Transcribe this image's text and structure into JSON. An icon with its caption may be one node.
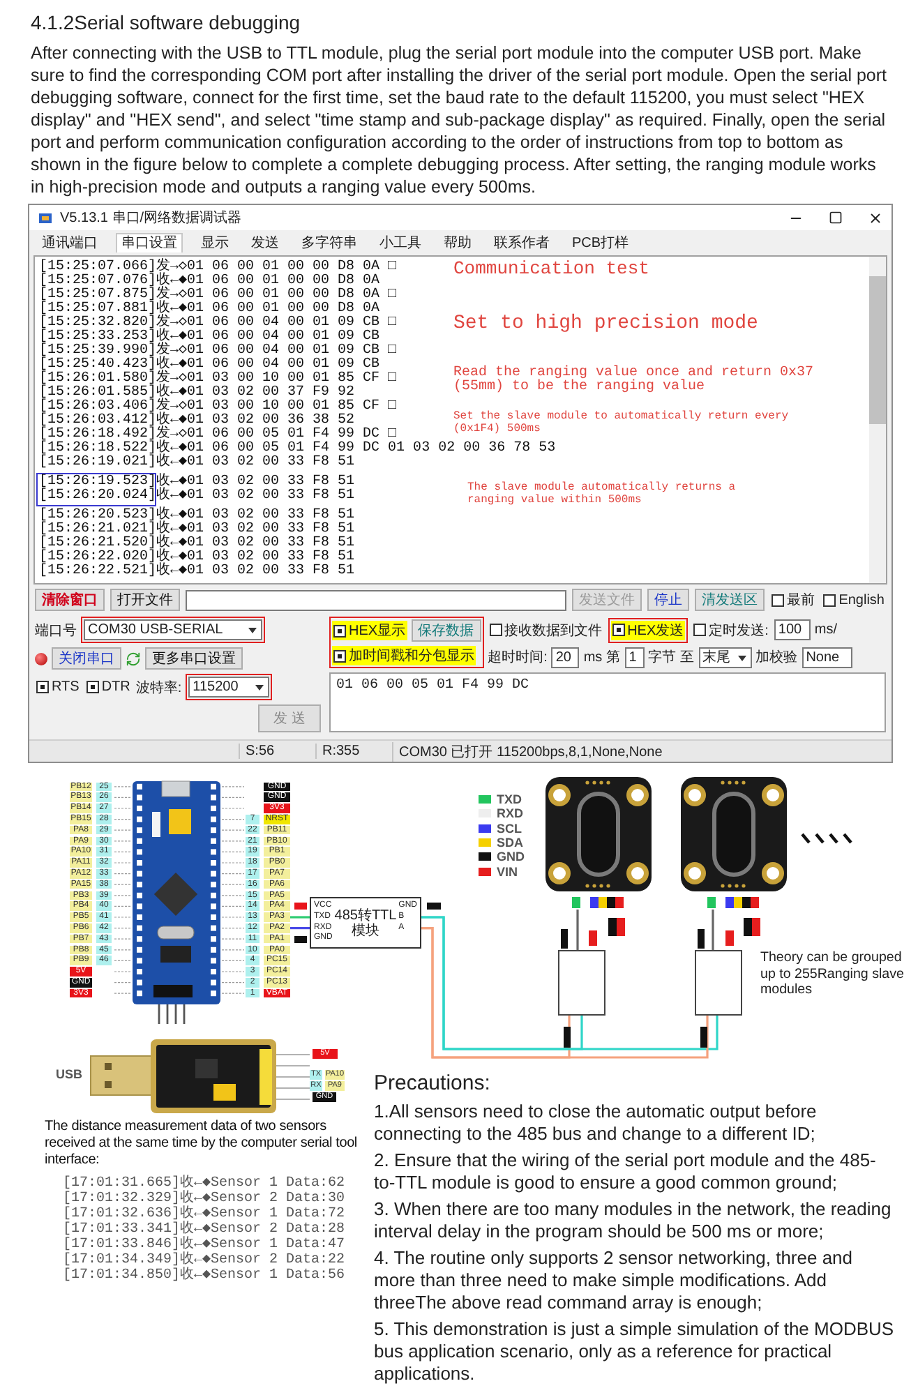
{
  "diagram": {
    "title": "4.1.2Serial software debugging",
    "nodes": [
      {
        "text": [
          "PB12",
          "25",
          "GND",
          "PB13",
          "26",
          "GND",
          "PB14",
          "27",
          "3V3",
          "PB15",
          "28",
          "7",
          "NRST",
          "PA8",
          "29",
          "22",
          "PB11",
          "PA9",
          "30",
          "21",
          "PB10",
          "PA10",
          "31",
          "19",
          "PB1",
          "PA11",
          "32",
          "18",
          "PB0",
          "PA12",
          "33",
          "17",
          "PA7",
          "PA15",
          "38",
          "16",
          "PA6",
          "PB3",
          "39",
          "15",
          "PA5",
          "PB4",
          "40",
          "14",
          "PA4",
          "PB5",
          "41",
          "13",
          "PA3",
          "PB6",
          "42",
          "12",
          "PA2",
          "PB7",
          "43",
          "11",
          "PA1",
          "PB8",
          "45",
          "10",
          "PA0",
          "PB9",
          "46",
          "4",
          "PC15",
          "5V",
          "3",
          "PC14",
          "GND",
          "2",
          "PC13",
          "3V3",
          "1",
          "VBAT"
        ]
      },
      {
        "text": [
          "VCC",
          "TXD",
          "RXD",
          "GND",
          "485转TTL 模块",
          "GND",
          "B",
          "A"
        ]
      },
      {
        "text": [],
        "shape": "picture"
      },
      {
        "text": [],
        "shape": "picture"
      },
      {
        "text": [],
        "shape": "box"
      },
      {
        "text": [],
        "shape": "box"
      },
      {
        "text": [],
        "shape": "picture"
      }
    ],
    "edges": [
      {
        "from": 0,
        "to": 1,
        "arrow": "none",
        "color": "#2ecc71"
      },
      {
        "from": 0,
        "to": 1,
        "arrow": "none",
        "color": "#4a4ae8"
      },
      {
        "from": 1,
        "to": 4,
        "arrow": "none",
        "color": "#2fd6c8"
      },
      {
        "from": 1,
        "to": 4,
        "arrow": "none",
        "color": "#f5a27e"
      },
      {
        "from": 1,
        "to": 5,
        "arrow": "none",
        "color": "#2fd6c8"
      },
      {
        "from": 1,
        "to": 5,
        "arrow": "none",
        "color": "#f5a27e"
      },
      {
        "from": 2,
        "to": 4,
        "arrow": "none",
        "color": "#666666"
      },
      {
        "from": 3,
        "to": 5,
        "arrow": "none",
        "color": "#666666"
      }
    ],
    "labels": [
      "After connecting with the USB to TTL module, plug the serial port module into the computer USB port. Make sure to find the corresponding COM port after installing the driver of the serial port module. Open the serial port debugging software, connect for the first time, set the baud rate to the default 115200, you must select \"HEX display\" and \"HEX send\", and select \"time stamp and sub-package display\" as required. Finally, open the serial port and perform communication configuration according to the order of instructions from top to bottom as shown in the figure below to complete a complete debugging process. After setting, the ranging module works in high-precision mode and outputs a ranging value every 500ms.",
      "V5.13.1 串口/网络数据调试器",
      "通讯端口",
      "串口设置",
      "显示",
      "发送",
      "多字符串",
      "小工具",
      "帮助",
      "联系作者",
      "PCB打样",
      "[15:25:07.066]发→◇01 06 00 01 00 00 D8 0A □",
      "[15:25:07.076]收←◆01 06 00 01 00 00 D8 0A",
      "[15:25:07.875]发→◇01 06 00 01 00 00 D8 0A □",
      "[15:25:07.881]收←◆01 06 00 01 00 00 D8 0A",
      "[15:25:32.820]发→◇01 06 00 04 00 01 09 CB □",
      "[15:25:33.253]收←◆01 06 00 04 00 01 09 CB",
      "[15:25:39.990]发→◇01 06 00 04 00 01 09 CB □",
      "[15:25:40.423]收←◆01 06 00 04 00 01 09 CB",
      "[15:26:01.580]发→◇01 03 00 10 00 01 85 CF □",
      "[15:26:01.585]收←◆01 03 02 00 37 F9 92",
      "[15:26:03.406]发→◇01 03 00 10 00 01 85 CF □",
      "[15:26:03.412]收←◆01 03 02 00 36 38 52",
      "[15:26:18.492]发→◇01 06 00 05 01 F4 99 DC □",
      "[15:26:18.522]收←◆01 06 00 05 01 F4 99 DC 01 03 02 00 36 78 53",
      "[15:26:19.021]收←◆01 03 02 00 33 F8 51",
      "[15:26:19.523]收←◆01 03 02 00 33 F8 51",
      "[15:26:20.024]收←◆01 03 02 00 33 F8 51",
      "[15:26:20.523]收←◆01 03 02 00 33 F8 51",
      "[15:26:21.021]收←◆01 03 02 00 33 F8 51",
      "[15:26:21.520]收←◆01 03 02 00 33 F8 51",
      "[15:26:22.020]收←◆01 03 02 00 33 F8 51",
      "[15:26:22.521]收←◆01 03 02 00 33 F8 51",
      "Communication test",
      "Set to high precision mode",
      "Read the ranging value once and return 0x37 (55mm) to be the ranging value",
      "Set the slave module to automatically return every (0x1F4) 500ms",
      "The slave module automatically returns a ranging value within 500ms",
      "清除窗口",
      "打开文件",
      "发送文件",
      "停止",
      "清发送区",
      "最前",
      "English",
      "端口号",
      "COM30 USB-SERIAL",
      "HEX显示",
      "保存数据",
      "接收数据到文件",
      "HEX发送",
      "定时发送:",
      "100",
      "ms/",
      "关闭串口",
      "更多串口设置",
      "加时间戳和分包显示",
      "超时时间:",
      "20",
      "ms",
      "第",
      "1",
      "字节",
      "至",
      "末尾",
      "加校验",
      "None",
      "RTS",
      "DTR",
      "波特率:",
      "115200",
      "01 06 00 05 01 F4 99 DC",
      "发 送",
      "S:56",
      "R:355",
      "COM30 已打开 115200bps,8,1,None,None",
      "Theory can be grouped up to 255Ranging slave modules",
      "USB",
      "5V",
      "TX",
      "RX",
      "PA10",
      "PA9",
      "GND",
      "The distance measurement data of two sensors received at the same time by the computer serial tool interface:",
      "[17:01:31.665]收←◆Sensor 1 Data:62",
      "[17:01:32.329]收←◆Sensor 2 Data:30",
      "[17:01:32.636]收←◆Sensor 1 Data:72",
      "[17:01:33.341]收←◆Sensor 2 Data:28",
      "[17:01:33.846]收←◆Sensor 1 Data:47",
      "[17:01:34.349]收←◆Sensor 2 Data:22",
      "[17:01:34.850]收←◆Sensor 1 Data:56",
      "Precautions:",
      "1.All sensors need to close the automatic output before connecting to the 485 bus and change to a different ID;",
      "2. Ensure that the wiring of the serial port module and the 485-to-TTL module is good to ensure a good common ground;",
      "3. When there are too many modules in the network, the reading interval delay in the program should be 500 ms or more;",
      "4. The routine only supports 2 sensor networking, three and more than three need to make simple modifications. Add threeThe above read command array is enough;",
      "5. This demonstration is just a simple simulation of the MODBUS bus application scenario, only as a reference for practical applications."
    ],
    "legend": [
      {
        "text": "TXD",
        "color": "#22c55e"
      },
      {
        "text": "RXD",
        "color": "#eeeeee"
      },
      {
        "text": "SCL",
        "color": "#3b3bf0"
      },
      {
        "text": "SDA",
        "color": "#f5d000"
      },
      {
        "text": "GND",
        "color": "#111111"
      },
      {
        "text": "VIN",
        "color": "#e61e1e"
      }
    ]
  }
}
